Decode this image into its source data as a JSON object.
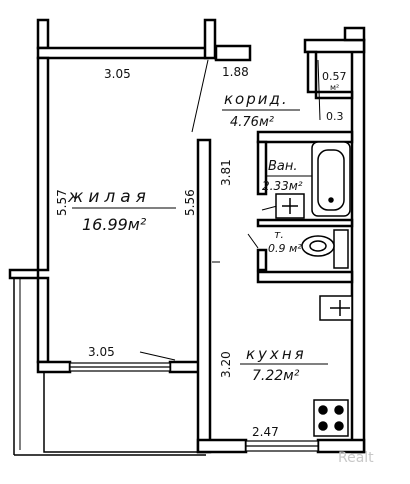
{
  "rooms": {
    "living": {
      "name": "жилая",
      "area": "16.99м²"
    },
    "corridor": {
      "name": "корид.",
      "area": "4.76м²"
    },
    "bath": {
      "name": "Ван.",
      "area": "2.33м²"
    },
    "toilet": {
      "name": "т.",
      "area": "0.9 м²"
    },
    "kitchen": {
      "name": "кухня",
      "area": "7.22м²"
    }
  },
  "dims": {
    "living_top": "3.05",
    "living_bottom": "3.05",
    "living_left": "5.57",
    "living_right": "5.56",
    "corridor_width": "1.88",
    "corridor_height": "3.81",
    "closet_top": "0.57",
    "closet_unit": "м²",
    "closet_bottom": "0.3",
    "kitchen_height": "3.20",
    "kitchen_width": "2.47"
  },
  "watermark": "Realt"
}
